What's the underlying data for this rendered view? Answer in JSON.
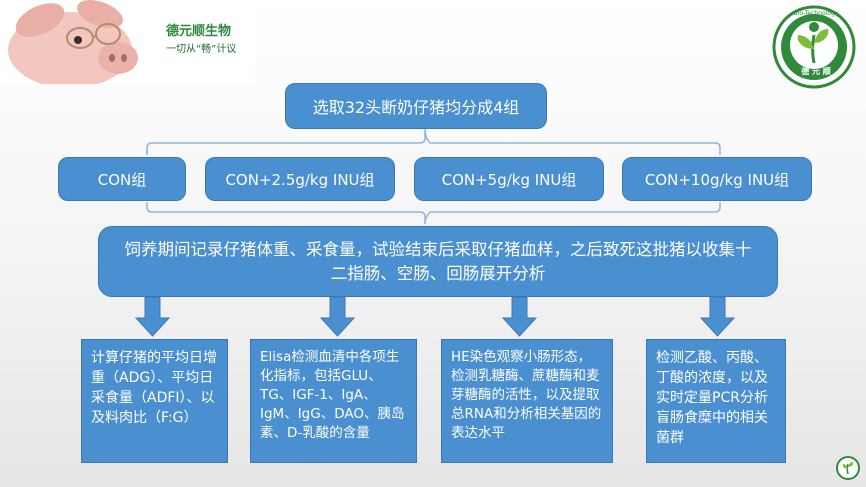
{
  "brand": {
    "name": "德元顺生物",
    "slogan": "一切从“畅”计议",
    "logo_ring_text": "Bio-Technology",
    "logo_bottom_text": "德 元 顺"
  },
  "flow": {
    "top": "选取32头断奶仔猪均分成4组",
    "groups": [
      "CON组",
      "CON+2.5g/kg INU组",
      "CON+5g/kg INU组",
      "CON+10g/kg INU组"
    ],
    "process": "饲养期间记录仔猪体重、采食量，试验结束后采取仔猪血样，之后致死这批猪以收集十二指肠、空肠、回肠展开分析",
    "analyses": [
      "计算仔猪的平均日增重（ADG）、平均日采食量（ADFI）、以及料肉比（F:G）",
      "Elisa检测血清中各项生化指标，包括GLU、TG、IGF-1、IgA、IgM、IgG、DAO、胰岛素、D-乳酸的含量",
      "HE染色观察小肠形态，检测乳糖酶、蔗糖酶和麦芽糖酶的活性，以及提取总RNA和分析相关基因的表达水平",
      "检测乙酸、丙酸、丁酸的浓度，以及实时定量PCR分析盲肠食糜中的相关菌群"
    ]
  }
}
